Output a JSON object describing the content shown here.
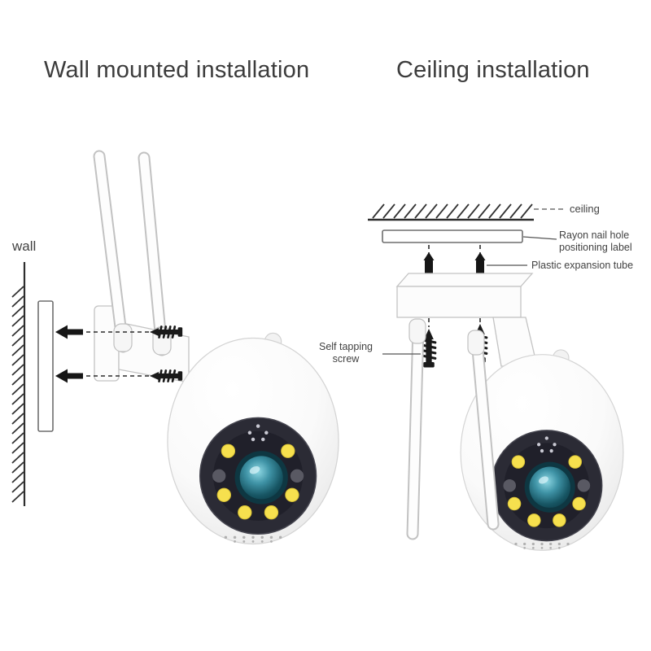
{
  "sections": {
    "wall": {
      "title": "Wall mounted installation",
      "labels": {
        "wall": "wall"
      }
    },
    "ceiling": {
      "title": "Ceiling installation",
      "labels": {
        "ceiling": "ceiling",
        "positioning_label": "Rayon nail hole positioning label",
        "expansion_tube": "Plastic expansion tube",
        "self_tapping_screw": "Self tapping screw"
      }
    }
  },
  "illustration": {
    "colors": {
      "camera_body": "#f4f4f4",
      "camera_face": "#2b2b35",
      "lens_teal": "#2e8099",
      "led_yellow": "#f6e04e",
      "hardware_black": "#1a1a1a",
      "text": "#3c3c3c"
    }
  }
}
